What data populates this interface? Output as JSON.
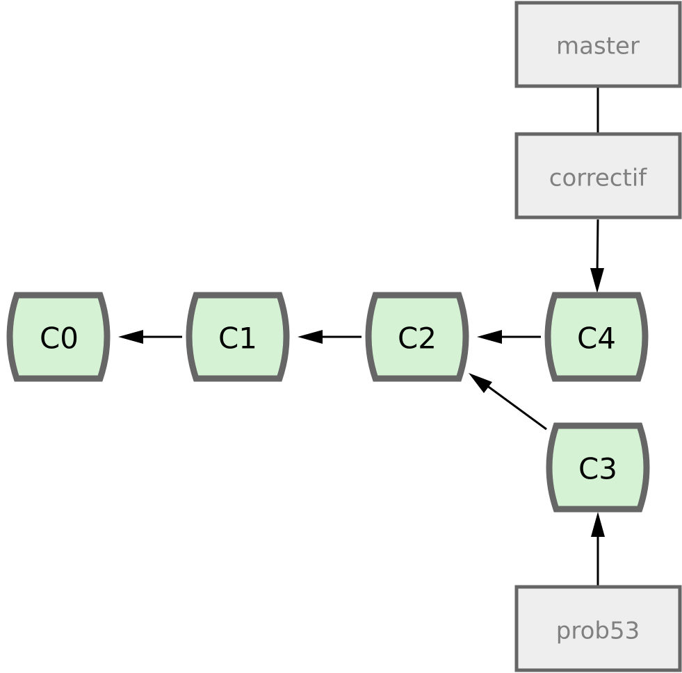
{
  "diagram": {
    "commits": [
      {
        "id": "C0",
        "label": "C0"
      },
      {
        "id": "C1",
        "label": "C1"
      },
      {
        "id": "C2",
        "label": "C2"
      },
      {
        "id": "C4",
        "label": "C4"
      },
      {
        "id": "C3",
        "label": "C3"
      }
    ],
    "refs": [
      {
        "id": "master",
        "label": "master"
      },
      {
        "id": "correctif",
        "label": "correctif"
      },
      {
        "id": "prob53",
        "label": "prob53"
      }
    ],
    "edges": [
      {
        "from": "C1",
        "to": "C0"
      },
      {
        "from": "C2",
        "to": "C1"
      },
      {
        "from": "C4",
        "to": "C2"
      },
      {
        "from": "C3",
        "to": "C2"
      },
      {
        "from": "correctif",
        "to": "C4"
      },
      {
        "from": "prob53",
        "to": "C3"
      },
      {
        "from": "master",
        "to": "correctif"
      }
    ],
    "colors": {
      "commit_fill": "#d5f2d5",
      "commit_stroke": "#666666",
      "ref_fill": "#eeeeee",
      "ref_stroke": "#666666",
      "ref_text": "#808080",
      "arrow": "#000000"
    }
  }
}
